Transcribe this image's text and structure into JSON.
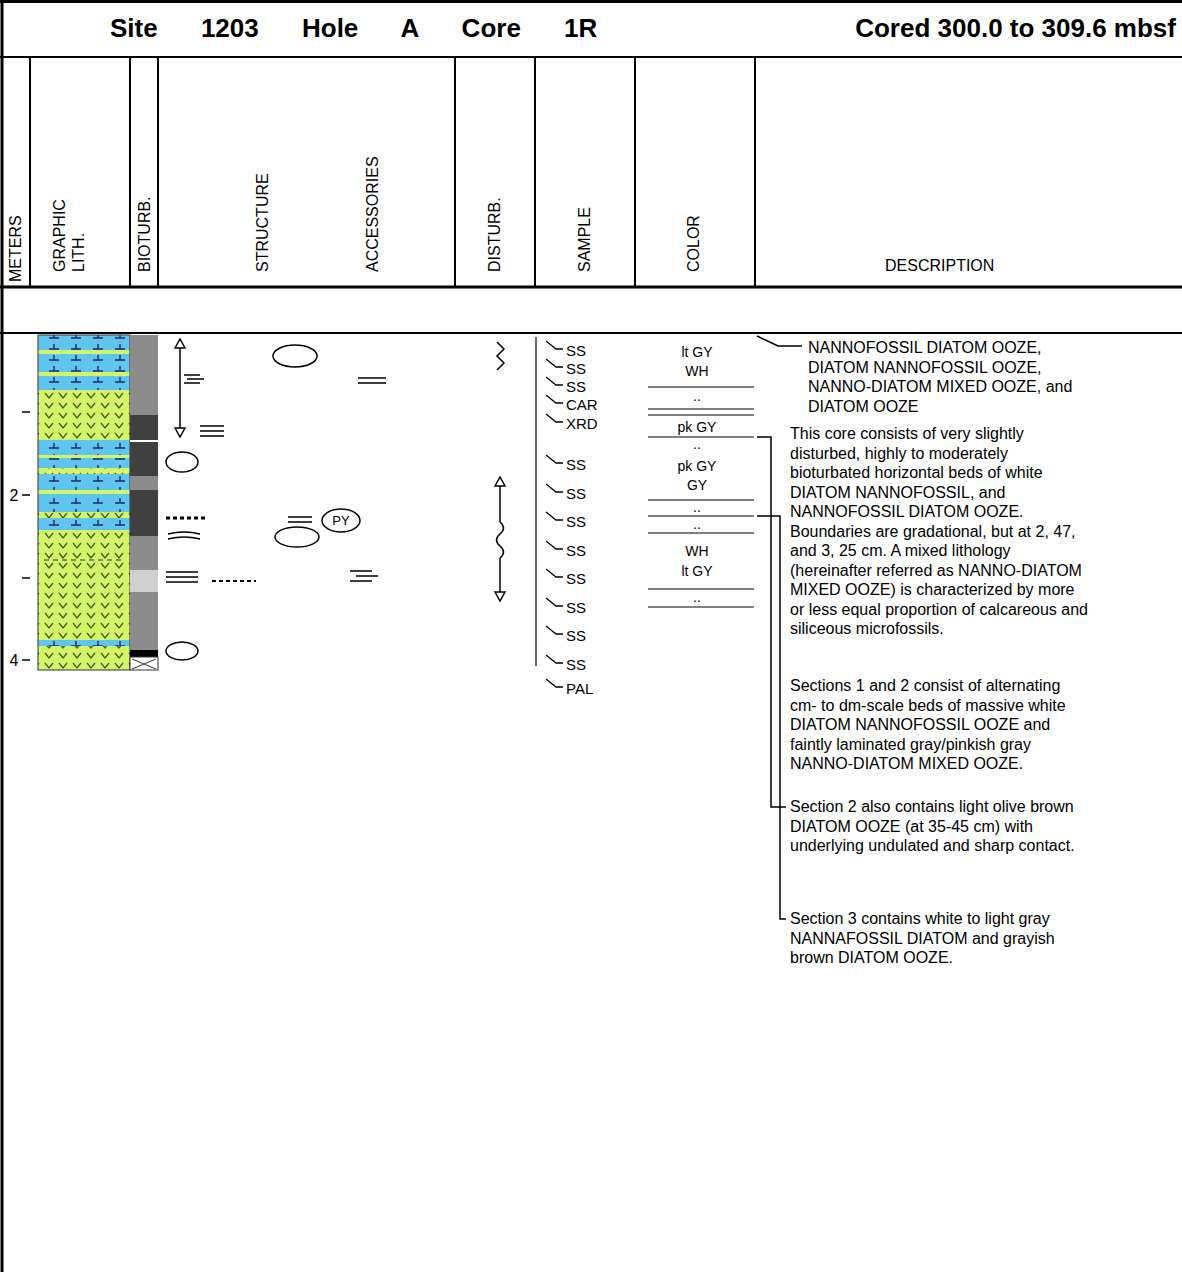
{
  "diagram": {
    "title": "Site 1203 Hole A Core 1R",
    "nodes": [
      {
        "text": [
          "PY"
        ]
      }
    ],
    "labels": [
      "Cored 300.0 to 309.6 mbsf",
      "METERS",
      "GRAPHIC LITH.",
      "BIOTURB.",
      "STRUCTURE",
      "ACCESSORIES",
      "DISTURB.",
      "SAMPLE",
      "COLOR",
      "DESCRIPTION",
      "2",
      "4",
      "SS",
      "SS",
      "SS",
      "CAR",
      "XRD",
      "SS",
      "SS",
      "SS",
      "SS",
      "SS",
      "SS",
      "SS",
      "SS",
      "PAL",
      "lt GY",
      "WH",
      "..",
      "pk GY",
      "..",
      "pk GY",
      "GY",
      "..",
      "..",
      "WH",
      "lt GY",
      "..",
      "NANNOFOSSIL DIATOM OOZE, DIATOM NANNOFOSSIL OOZE, NANNO-DIATOM MIXED OOZE, and DIATOM OOZE",
      "This core consists of very slightly disturbed, highly to moderately bioturbated horizontal beds of white DIATOM NANNOFOSSIL, and NANNOFOSSIL DIATOM OOZE. Boundaries are gradational, but at 2, 47, and 3, 25 cm. A mixed lithology (hereinafter referred as NANNO-DIATOM MIXED OOZE) is characterized by more or less equal proportion of calcareous and siliceous microfossils.",
      "Sections 1 and 2 consist of alternating cm- to dm-scale beds of massive white DIATOM NANNOFOSSIL OOZE and faintly laminated gray/pinkish gray NANNO-DIATOM MIXED OOZE.",
      "Section 2 also contains light olive brown DIATOM OOZE (at 35-45 cm) with underlying undulated and sharp contact.",
      "Section 3 contains white to light gray NANNAFOSSIL DIATOM and grayish brown DIATOM OOZE."
    ]
  }
}
